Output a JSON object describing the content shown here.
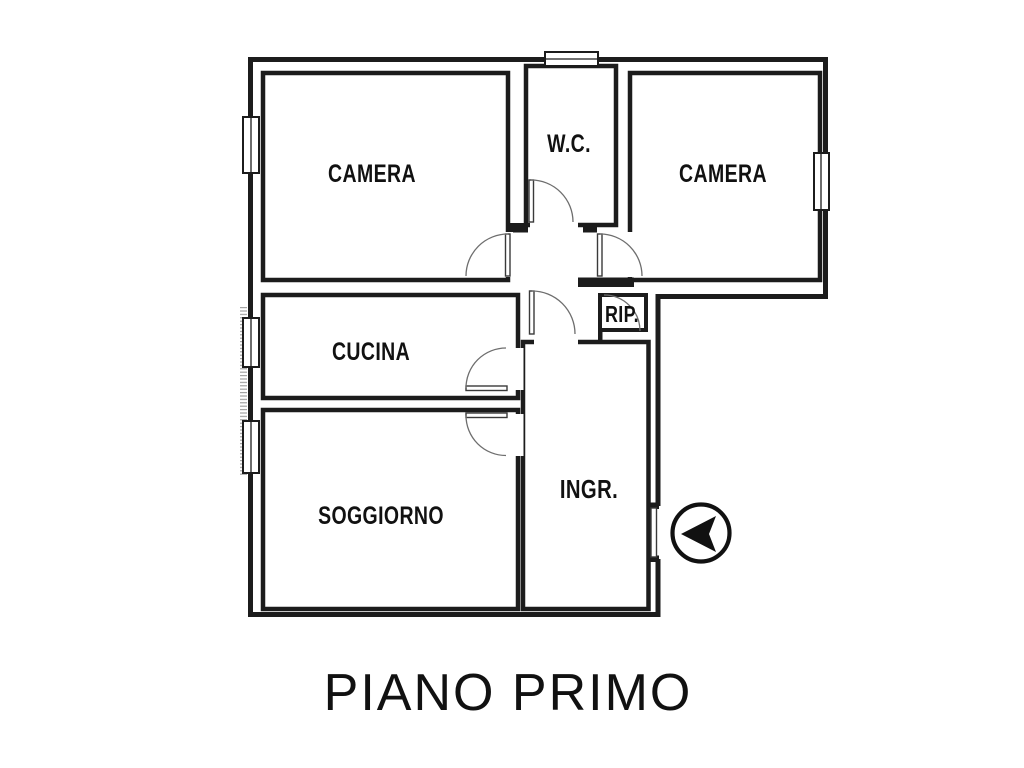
{
  "title": "PIANO PRIMO",
  "floor_plan": {
    "rooms": [
      {
        "id": "camera-1",
        "label": "CAMERA"
      },
      {
        "id": "wc",
        "label": "W.C."
      },
      {
        "id": "camera-2",
        "label": "CAMERA"
      },
      {
        "id": "cucina",
        "label": "CUCINA"
      },
      {
        "id": "rip",
        "label": "RIP."
      },
      {
        "id": "soggiorno",
        "label": "SOGGIORNO"
      },
      {
        "id": "ingresso",
        "label": "INGR."
      }
    ],
    "entrance_arrow": {
      "symbol": "left-arrow-in-circle",
      "marks": "main-entrance"
    },
    "colors": {
      "background": "#ffffff",
      "walls": "#1c1c1c",
      "door_arc": "#6e6e6e",
      "hatch": "#999999"
    }
  }
}
